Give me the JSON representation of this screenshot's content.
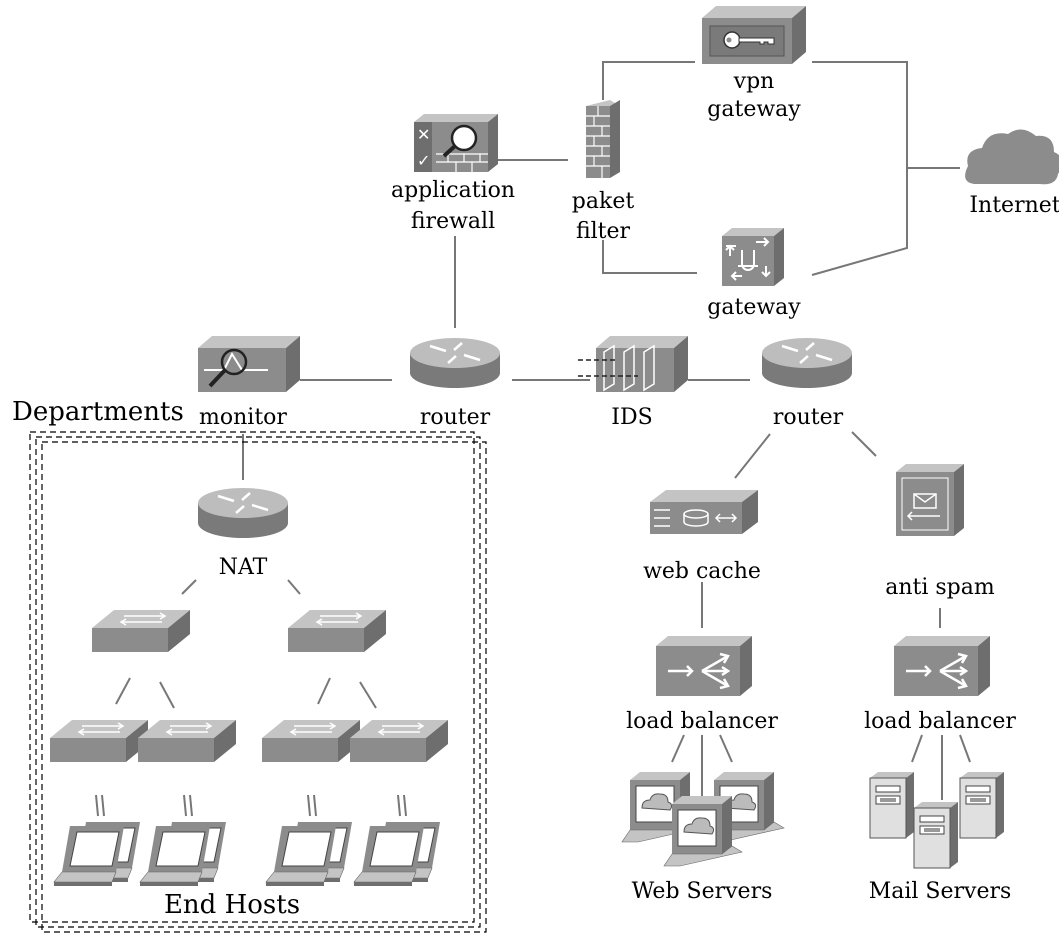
{
  "labels": {
    "vpn_gateway_line1": "vpn",
    "vpn_gateway_line2": "gateway",
    "application_firewall_line1": "application",
    "application_firewall_line2": "firewall",
    "paket_filter_line1": "paket",
    "paket_filter_line2": "filter",
    "internet": "Internet",
    "gateway": "gateway",
    "monitor": "monitor",
    "router_left": "router",
    "ids": "IDS",
    "router_right": "router",
    "departments": "Departments",
    "nat": "NAT",
    "end_hosts": "End Hosts",
    "web_cache": "web cache",
    "anti_spam": "anti spam",
    "load_balancer_web": "load balancer",
    "load_balancer_mail": "load balancer",
    "web_servers": "Web Servers",
    "mail_servers": "Mail Servers"
  },
  "colors": {
    "device_front": "#8c8c8c",
    "device_top": "#c4c4c4",
    "device_side": "#6e6e6e",
    "device_dark": "#5e5e5e",
    "line": "#777777"
  },
  "icons": [
    "vpn-gateway-icon",
    "application-firewall-icon",
    "paket-filter-icon",
    "internet-cloud-icon",
    "gateway-icon",
    "monitor-icon",
    "router-icon",
    "ids-icon",
    "nat-router-icon",
    "switch-icon",
    "laptop-icon",
    "web-cache-icon",
    "anti-spam-icon",
    "load-balancer-icon",
    "web-server-icon",
    "mail-server-icon"
  ]
}
